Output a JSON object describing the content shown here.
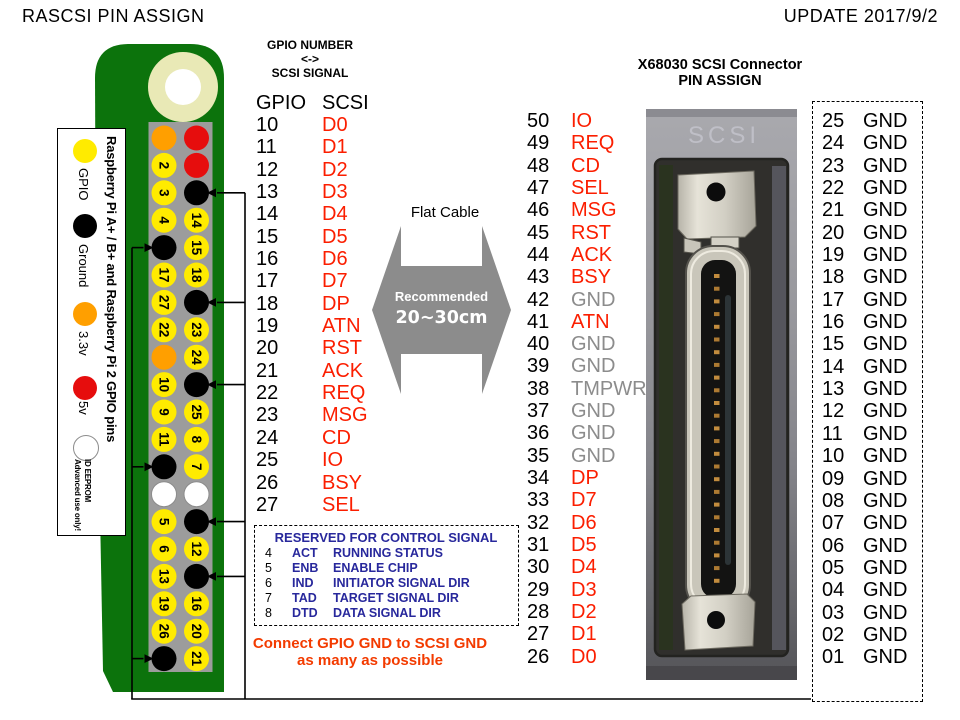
{
  "header": {
    "title": "RASCSI PIN ASSIGN",
    "update": "UPDATE 2017/9/2"
  },
  "colors": {
    "board_green": "#0c730c",
    "strip_gray": "#9c9c9c",
    "hole_ring": "#e9e9b6",
    "pin_yellow": "#ffeb00",
    "pin_orange": "#ff9f00",
    "pin_red": "#e60d0d",
    "pin_black": "#000000",
    "pin_white": "#ffffff",
    "signal_red": "#fb1e00",
    "muted_gray": "#8c8c8c",
    "navy": "#28289c",
    "note_red": "#f33b00",
    "arrow_gray": "#8c8c8c"
  },
  "legend_box": {
    "title": "Raspberry Pi A+ / B+ and Raspberry Pi 2 GPIO pins",
    "items": [
      {
        "label": "GPIO",
        "type": "gpio"
      },
      {
        "label": "Ground",
        "type": "gnd"
      },
      {
        "label": "3.3v",
        "type": "3v3"
      },
      {
        "label": "5v",
        "type": "5v"
      },
      {
        "label": "ID EEPROM",
        "sub": "Advanced use only!",
        "type": "id"
      }
    ]
  },
  "pi_header": {
    "rows": [
      [
        "3v3",
        "5v"
      ],
      [
        "2",
        "5v"
      ],
      [
        "3",
        "GND"
      ],
      [
        "4",
        "14"
      ],
      [
        "GND",
        "15"
      ],
      [
        "17",
        "18"
      ],
      [
        "27",
        "GND"
      ],
      [
        "22",
        "23"
      ],
      [
        "3v3",
        "24"
      ],
      [
        "10",
        "GND"
      ],
      [
        "9",
        "25"
      ],
      [
        "11",
        "8"
      ],
      [
        "GND",
        "7"
      ],
      [
        "ID",
        "ID"
      ],
      [
        "5",
        "GND"
      ],
      [
        "6",
        "12"
      ],
      [
        "13",
        "GND"
      ],
      [
        "19",
        "16"
      ],
      [
        "26",
        "20"
      ],
      [
        "GND",
        "21"
      ]
    ]
  },
  "mini_header": {
    "line1": "GPIO NUMBER",
    "line2": "<->",
    "line3": "SCSI SIGNAL"
  },
  "gpio_table": {
    "col1": "GPIO",
    "col2": "SCSI",
    "rows": [
      {
        "gpio": "10",
        "scsi": "D0"
      },
      {
        "gpio": "11",
        "scsi": "D1"
      },
      {
        "gpio": "12",
        "scsi": "D2"
      },
      {
        "gpio": "13",
        "scsi": "D3"
      },
      {
        "gpio": "14",
        "scsi": "D4"
      },
      {
        "gpio": "15",
        "scsi": "D5"
      },
      {
        "gpio": "16",
        "scsi": "D6"
      },
      {
        "gpio": "17",
        "scsi": "D7"
      },
      {
        "gpio": "18",
        "scsi": "DP"
      },
      {
        "gpio": "19",
        "scsi": "ATN"
      },
      {
        "gpio": "20",
        "scsi": "RST"
      },
      {
        "gpio": "21",
        "scsi": "ACK"
      },
      {
        "gpio": "22",
        "scsi": "REQ"
      },
      {
        "gpio": "23",
        "scsi": "MSG"
      },
      {
        "gpio": "24",
        "scsi": "CD"
      },
      {
        "gpio": "25",
        "scsi": "IO"
      },
      {
        "gpio": "26",
        "scsi": "BSY"
      },
      {
        "gpio": "27",
        "scsi": "SEL"
      }
    ]
  },
  "cable": {
    "label": "Flat Cable",
    "line1": "Recommended",
    "line2": "20∼30cm"
  },
  "scsi_table": {
    "rows": [
      {
        "pin": "50",
        "signal": "IO",
        "muted": false
      },
      {
        "pin": "49",
        "signal": "REQ",
        "muted": false
      },
      {
        "pin": "48",
        "signal": "CD",
        "muted": false
      },
      {
        "pin": "47",
        "signal": "SEL",
        "muted": false
      },
      {
        "pin": "46",
        "signal": "MSG",
        "muted": false
      },
      {
        "pin": "45",
        "signal": "RST",
        "muted": false
      },
      {
        "pin": "44",
        "signal": "ACK",
        "muted": false
      },
      {
        "pin": "43",
        "signal": "BSY",
        "muted": false
      },
      {
        "pin": "42",
        "signal": "GND",
        "muted": true
      },
      {
        "pin": "41",
        "signal": "ATN",
        "muted": false
      },
      {
        "pin": "40",
        "signal": "GND",
        "muted": true
      },
      {
        "pin": "39",
        "signal": "GND",
        "muted": true
      },
      {
        "pin": "38",
        "signal": "TMPWR",
        "muted": true
      },
      {
        "pin": "37",
        "signal": "GND",
        "muted": true
      },
      {
        "pin": "36",
        "signal": "GND",
        "muted": true
      },
      {
        "pin": "35",
        "signal": "GND",
        "muted": true
      },
      {
        "pin": "34",
        "signal": "DP",
        "muted": false
      },
      {
        "pin": "33",
        "signal": "D7",
        "muted": false
      },
      {
        "pin": "32",
        "signal": "D6",
        "muted": false
      },
      {
        "pin": "31",
        "signal": "D5",
        "muted": false
      },
      {
        "pin": "30",
        "signal": "D4",
        "muted": false
      },
      {
        "pin": "29",
        "signal": "D3",
        "muted": false
      },
      {
        "pin": "28",
        "signal": "D2",
        "muted": false
      },
      {
        "pin": "27",
        "signal": "D1",
        "muted": false
      },
      {
        "pin": "26",
        "signal": "D0",
        "muted": false
      }
    ]
  },
  "connector": {
    "title_line1": "X68030 SCSI Connector",
    "title_line2": "PIN ASSIGN",
    "photo_label": "SCSI"
  },
  "gnd_table": {
    "rows": [
      {
        "pin": "25",
        "signal": "GND"
      },
      {
        "pin": "24",
        "signal": "GND"
      },
      {
        "pin": "23",
        "signal": "GND"
      },
      {
        "pin": "22",
        "signal": "GND"
      },
      {
        "pin": "21",
        "signal": "GND"
      },
      {
        "pin": "20",
        "signal": "GND"
      },
      {
        "pin": "19",
        "signal": "GND"
      },
      {
        "pin": "18",
        "signal": "GND"
      },
      {
        "pin": "17",
        "signal": "GND"
      },
      {
        "pin": "16",
        "signal": "GND"
      },
      {
        "pin": "15",
        "signal": "GND"
      },
      {
        "pin": "14",
        "signal": "GND"
      },
      {
        "pin": "13",
        "signal": "GND"
      },
      {
        "pin": "12",
        "signal": "GND"
      },
      {
        "pin": "11",
        "signal": "GND"
      },
      {
        "pin": "10",
        "signal": "GND"
      },
      {
        "pin": "09",
        "signal": "GND"
      },
      {
        "pin": "08",
        "signal": "GND"
      },
      {
        "pin": "07",
        "signal": "GND"
      },
      {
        "pin": "06",
        "signal": "GND"
      },
      {
        "pin": "05",
        "signal": "GND"
      },
      {
        "pin": "04",
        "signal": "GND"
      },
      {
        "pin": "03",
        "signal": "GND"
      },
      {
        "pin": "02",
        "signal": "GND"
      },
      {
        "pin": "01",
        "signal": "GND"
      }
    ]
  },
  "reserved_box": {
    "title": "RESERVED FOR CONTROL SIGNAL",
    "rows": [
      {
        "pin": "4",
        "name": "ACT",
        "desc": "RUNNING STATUS"
      },
      {
        "pin": "5",
        "name": "ENB",
        "desc": "ENABLE CHIP"
      },
      {
        "pin": "6",
        "name": "IND",
        "desc": "INITIATOR SIGNAL DIR"
      },
      {
        "pin": "7",
        "name": "TAD",
        "desc": "TARGET SIGNAL DIR"
      },
      {
        "pin": "8",
        "name": "DTD",
        "desc": "DATA SIGNAL DIR"
      }
    ]
  },
  "note": {
    "line1": "Connect GPIO GND to SCSI GND",
    "line2": "as many as possible"
  }
}
